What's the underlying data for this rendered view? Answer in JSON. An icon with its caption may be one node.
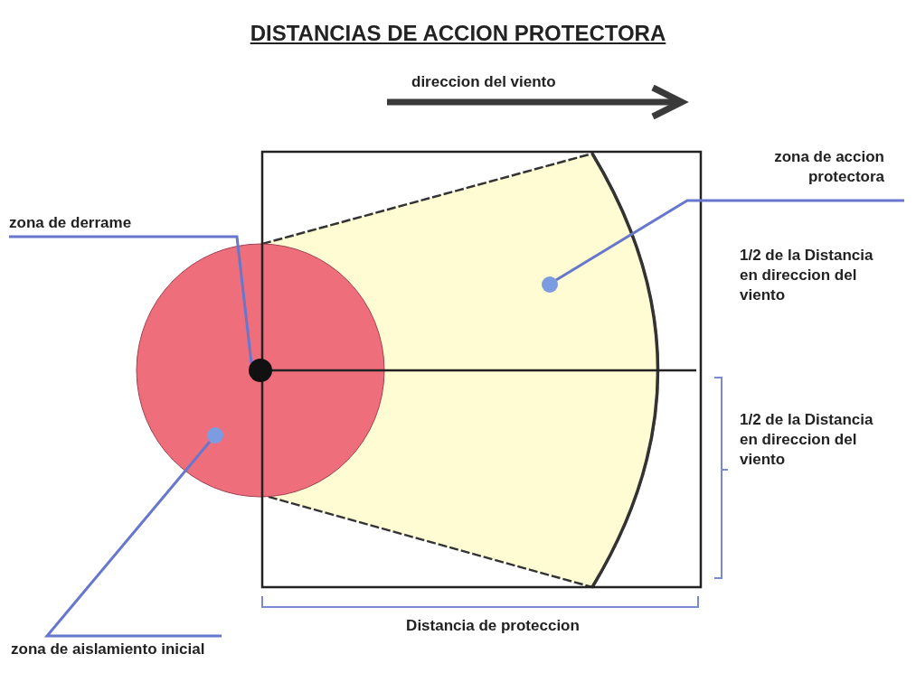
{
  "diagram": {
    "title": "DISTANCIAS DE ACCION PROTECTORA",
    "nodes": [
      {
        "text": [
          "zona de derrame"
        ]
      },
      {
        "text": [],
        "shape": "circle"
      },
      {
        "text": [
          "zona de accion protectora"
        ]
      },
      {
        "text": [],
        "shape": "circle"
      },
      {
        "text": [
          "zona de aislamiento inicial"
        ]
      },
      {
        "text": [],
        "shape": "circle"
      }
    ],
    "edges": [
      {
        "from": 0,
        "to": 1,
        "arrow": "none"
      },
      {
        "from": 2,
        "to": 3,
        "arrow": "none"
      },
      {
        "from": 4,
        "to": 5,
        "arrow": "none"
      }
    ],
    "labels": [
      "direccion del viento",
      "1/2 de la Distancia en direccion del viento",
      "1/2 de la Distancia en direccion del viento",
      "Distancia de proteccion"
    ]
  }
}
